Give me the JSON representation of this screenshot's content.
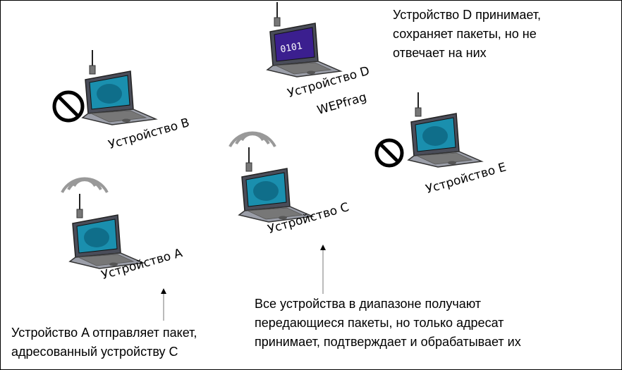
{
  "devices": {
    "a": {
      "label": "Устройство A"
    },
    "b": {
      "label": "Устройство B"
    },
    "c": {
      "label": "Устройство C"
    },
    "d": {
      "label": "Устройство D",
      "sublabel": "WEPfrag",
      "screen_text": "0101"
    },
    "e": {
      "label": "Устройство E"
    }
  },
  "notes": {
    "top": [
      "Устройство D принимает,",
      "сохраняет пакеты, но не",
      "отвечает на них"
    ],
    "bottom_left": [
      "Устройство A отправляет пакет,",
      "адресованный устройству C"
    ],
    "bottom_center": [
      "Все устройства в диапазоне получают",
      "передающиеся пакеты, но только адресат",
      "принимает, подтверждает и обрабатывает их"
    ]
  },
  "icons": {
    "blocked": "no-entry-icon",
    "signal": "wifi-signal-icon",
    "laptop": "laptop-icon"
  },
  "colors": {
    "laptop_body": "#9b9ea8",
    "laptop_dark": "#4a4d59",
    "screen_teal": "#1a8fae",
    "screen_purple": "#3b1f8f",
    "signal": "#999999"
  }
}
